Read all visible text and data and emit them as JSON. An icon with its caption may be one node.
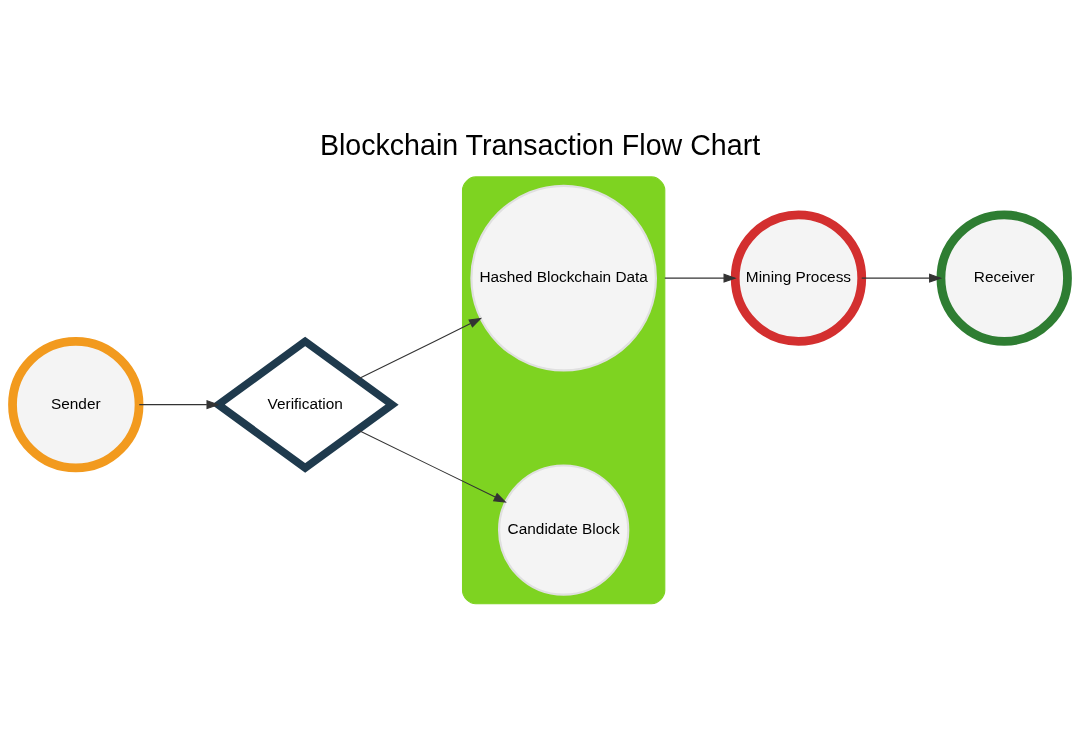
{
  "diagram": {
    "title": "Blockchain Transaction Flow Chart",
    "nodes": [
      {
        "text": [
          "Sender"
        ]
      },
      {
        "text": [
          "Verification"
        ]
      },
      {
        "text": [],
        "shape": "bar"
      },
      {
        "text": [
          "Hashed Blockchain Data"
        ],
        "in": 2
      },
      {
        "text": [
          "Candidate Block"
        ],
        "in": 2
      },
      {
        "text": [
          "Mining Process"
        ]
      },
      {
        "text": [
          "Receiver"
        ]
      }
    ],
    "edges": [
      {
        "from": 0,
        "to": 1,
        "arrow": "to"
      },
      {
        "from": 1,
        "to": 3,
        "arrow": "to"
      },
      {
        "from": 1,
        "to": 4,
        "arrow": "to"
      },
      {
        "from": 2,
        "to": 5,
        "arrow": "to"
      },
      {
        "from": 5,
        "to": 6,
        "arrow": "to"
      }
    ]
  }
}
